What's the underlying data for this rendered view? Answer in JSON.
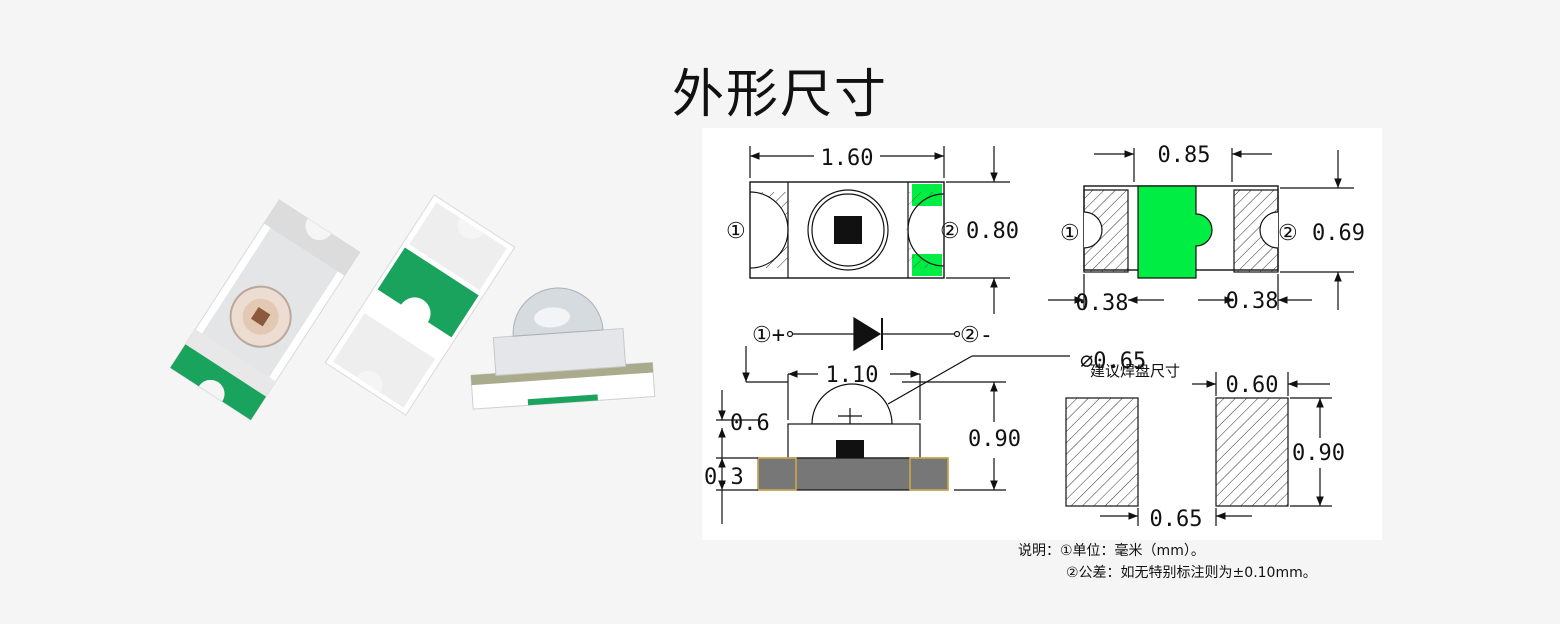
{
  "title": "外形尺寸",
  "colors": {
    "pad_green": "#00ee44",
    "photo_green": "#1aa35c",
    "dark_body": "#666666"
  },
  "top_view": {
    "width": "1.60",
    "height": "0.80",
    "pin1": "①",
    "pin2": "②"
  },
  "pad_layout_top": {
    "center_width": "0.85",
    "height": "0.69",
    "left_gap": "0.38",
    "right_gap": "0.38",
    "pin1": "①",
    "pin2": "②"
  },
  "schematic": {
    "anode": "①+",
    "cathode": "②-"
  },
  "side_view": {
    "lens_diameter": "∅0.65",
    "lens_width": "1.10",
    "lens_height": "0.6",
    "base_height": "0.3",
    "total_height": "0.90"
  },
  "solder_pad": {
    "label": "建议焊盘尺寸",
    "pad_width": "0.60",
    "pad_height": "0.90",
    "gap": "0.65"
  },
  "notes": {
    "line1": "说明：①单位：毫米（mm）。",
    "line2": "②公差：如无特别标注则为±0.10mm。"
  }
}
